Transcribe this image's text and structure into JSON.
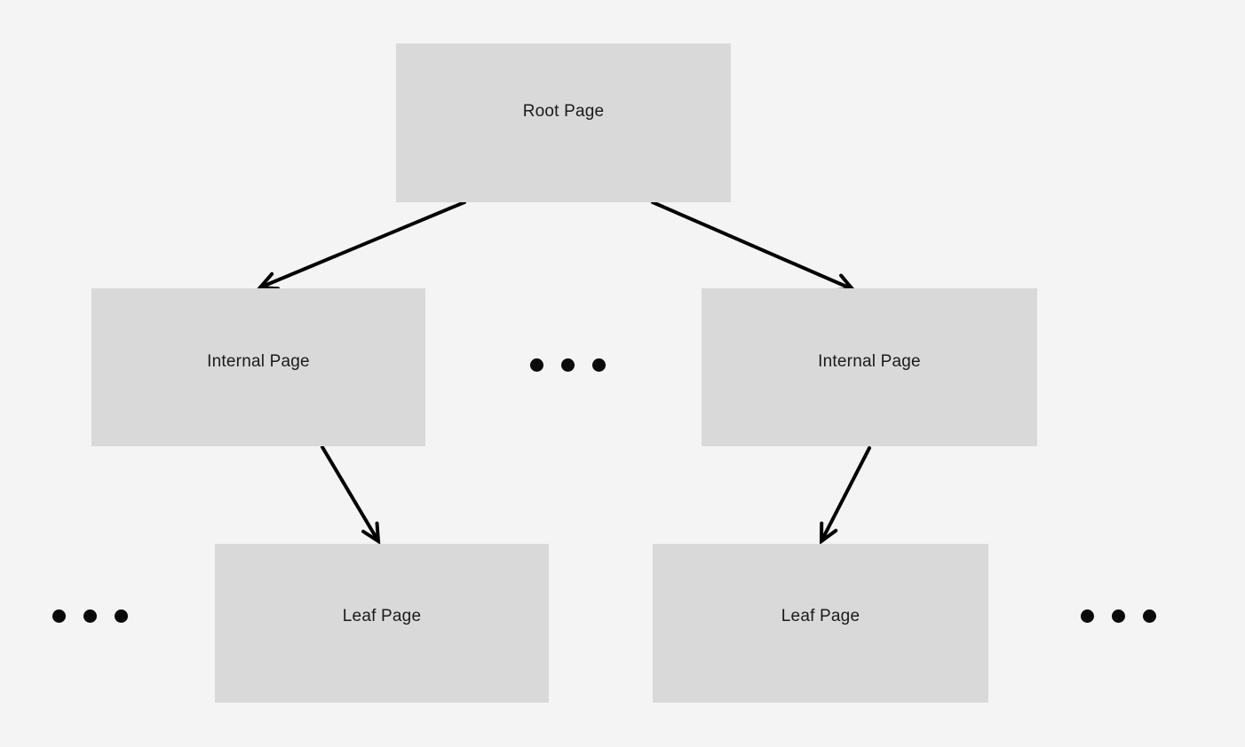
{
  "diagram": {
    "type": "tree",
    "background_color": "#f4f4f5",
    "node_fill_color": "#d9d9d9",
    "node_text_color": "#1a1a1a",
    "arrow_color": "#000000",
    "nodes": [
      {
        "id": "root",
        "label": "Root Page",
        "level": 0
      },
      {
        "id": "internal-left",
        "label": "Internal Page",
        "level": 1
      },
      {
        "id": "internal-right",
        "label": "Internal Page",
        "level": 1
      },
      {
        "id": "leaf-left",
        "label": "Leaf Page",
        "level": 2
      },
      {
        "id": "leaf-right",
        "label": "Leaf Page",
        "level": 2
      }
    ],
    "edges": [
      {
        "from": "root",
        "to": "internal-left"
      },
      {
        "from": "root",
        "to": "internal-right"
      },
      {
        "from": "internal-left",
        "to": "leaf-left"
      },
      {
        "from": "internal-right",
        "to": "leaf-right"
      }
    ],
    "ellipses": [
      {
        "id": "ellipsis-middle",
        "position": "between internal pages",
        "dots": 3
      },
      {
        "id": "ellipsis-left",
        "position": "left of leaf pages",
        "dots": 3
      },
      {
        "id": "ellipsis-right",
        "position": "right of leaf pages",
        "dots": 3
      }
    ]
  }
}
